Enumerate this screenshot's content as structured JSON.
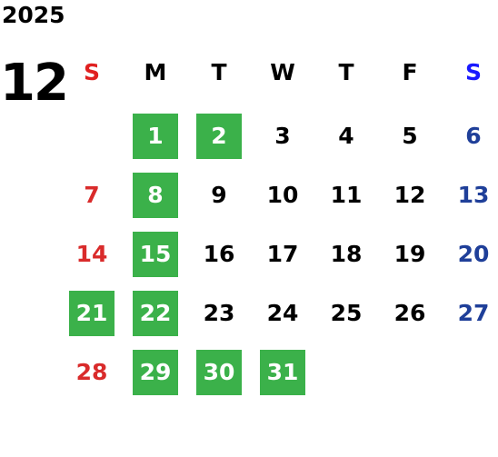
{
  "year": "2025",
  "month": "12",
  "weekdays": [
    {
      "label": "S",
      "color": "#e02020"
    },
    {
      "label": "M",
      "color": "#000000"
    },
    {
      "label": "T",
      "color": "#000000"
    },
    {
      "label": "W",
      "color": "#000000"
    },
    {
      "label": "T",
      "color": "#000000"
    },
    {
      "label": "F",
      "color": "#000000"
    },
    {
      "label": "S",
      "color": "#1a1aff"
    }
  ],
  "colors": {
    "sunday_day": "#d92b2b",
    "saturday_day": "#1f3f99",
    "weekday_day": "#000000",
    "highlight_bg": "#3bb14a",
    "highlight_text": "#ffffff"
  },
  "days": [
    {
      "label": "1",
      "col": 1,
      "week": 0,
      "highlight": true
    },
    {
      "label": "2",
      "col": 2,
      "week": 0,
      "highlight": true
    },
    {
      "label": "3",
      "col": 3,
      "week": 0,
      "highlight": false
    },
    {
      "label": "4",
      "col": 4,
      "week": 0,
      "highlight": false
    },
    {
      "label": "5",
      "col": 5,
      "week": 0,
      "highlight": false
    },
    {
      "label": "6",
      "col": 6,
      "week": 0,
      "highlight": false
    },
    {
      "label": "7",
      "col": 0,
      "week": 1,
      "highlight": false
    },
    {
      "label": "8",
      "col": 1,
      "week": 1,
      "highlight": true
    },
    {
      "label": "9",
      "col": 2,
      "week": 1,
      "highlight": false
    },
    {
      "label": "10",
      "col": 3,
      "week": 1,
      "highlight": false
    },
    {
      "label": "11",
      "col": 4,
      "week": 1,
      "highlight": false
    },
    {
      "label": "12",
      "col": 5,
      "week": 1,
      "highlight": false
    },
    {
      "label": "13",
      "col": 6,
      "week": 1,
      "highlight": false
    },
    {
      "label": "14",
      "col": 0,
      "week": 2,
      "highlight": false
    },
    {
      "label": "15",
      "col": 1,
      "week": 2,
      "highlight": true
    },
    {
      "label": "16",
      "col": 2,
      "week": 2,
      "highlight": false
    },
    {
      "label": "17",
      "col": 3,
      "week": 2,
      "highlight": false
    },
    {
      "label": "18",
      "col": 4,
      "week": 2,
      "highlight": false
    },
    {
      "label": "19",
      "col": 5,
      "week": 2,
      "highlight": false
    },
    {
      "label": "20",
      "col": 6,
      "week": 2,
      "highlight": false
    },
    {
      "label": "21",
      "col": 0,
      "week": 3,
      "highlight": true
    },
    {
      "label": "22",
      "col": 1,
      "week": 3,
      "highlight": true
    },
    {
      "label": "23",
      "col": 2,
      "week": 3,
      "highlight": false
    },
    {
      "label": "24",
      "col": 3,
      "week": 3,
      "highlight": false
    },
    {
      "label": "25",
      "col": 4,
      "week": 3,
      "highlight": false
    },
    {
      "label": "26",
      "col": 5,
      "week": 3,
      "highlight": false
    },
    {
      "label": "27",
      "col": 6,
      "week": 3,
      "highlight": false
    },
    {
      "label": "28",
      "col": 0,
      "week": 4,
      "highlight": false
    },
    {
      "label": "29",
      "col": 1,
      "week": 4,
      "highlight": true
    },
    {
      "label": "30",
      "col": 2,
      "week": 4,
      "highlight": true
    },
    {
      "label": "31",
      "col": 3,
      "week": 4,
      "highlight": true
    }
  ]
}
